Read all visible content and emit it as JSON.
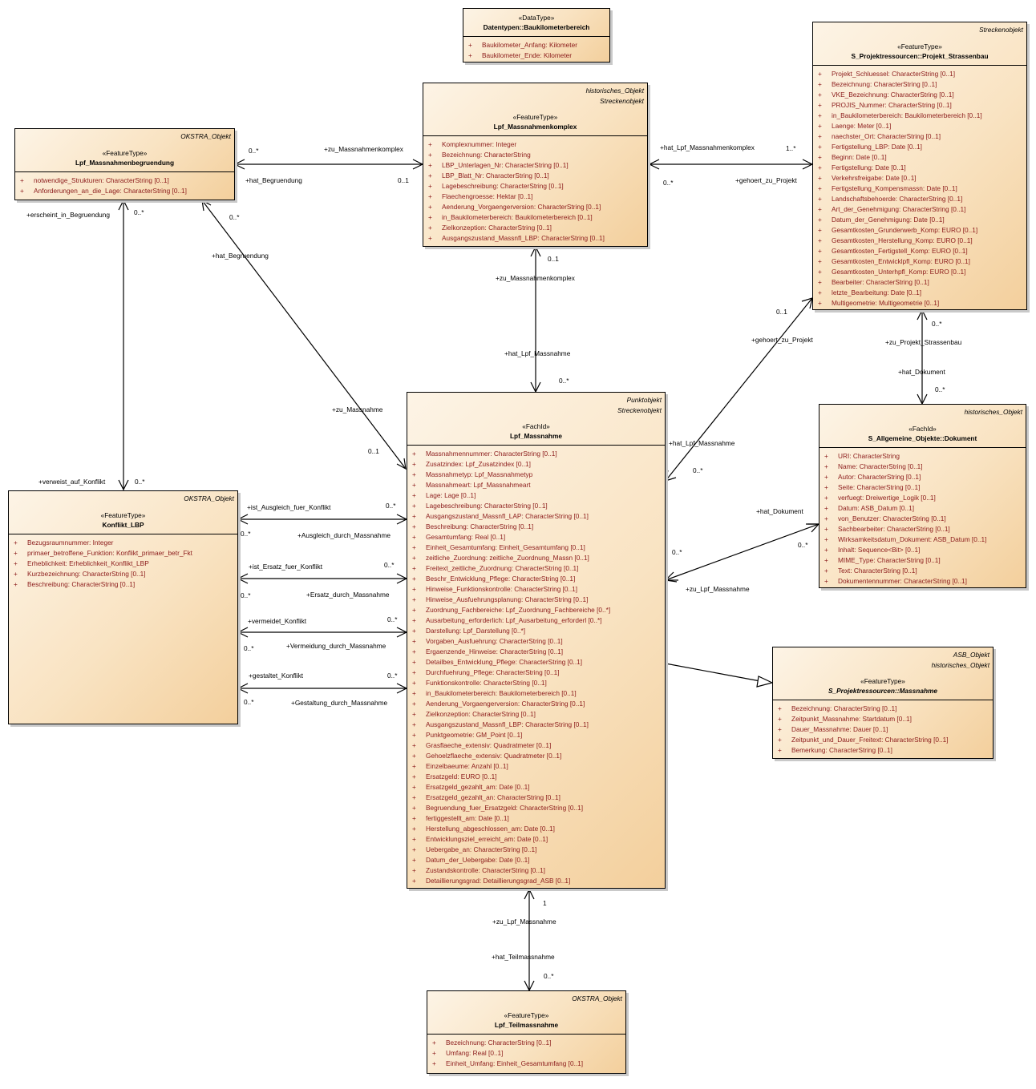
{
  "classes": {
    "baukilometer": {
      "tagged": [],
      "stereotype": "«DataType»",
      "name": "Datentypen::Baukilometerbereich",
      "attributes": [
        "Baukilometer_Anfang: Kilometer",
        "Baukilometer_Ende: Kilometer"
      ]
    },
    "komplex": {
      "tagged": [
        "historisches_Objekt",
        "Streckenobjekt"
      ],
      "stereotype": "«FeatureType»",
      "name": "Lpf_Massnahmenkomplex",
      "attributes": [
        "Komplexnummer: Integer",
        "Bezeichnung: CharacterString",
        "LBP_Unterlagen_Nr: CharacterString [0..1]",
        "LBP_Blatt_Nr: CharacterString [0..1]",
        "Lagebeschreibung: CharacterString [0..1]",
        "Flaechengroesse: Hektar [0..1]",
        "Aenderung_Vorgaengerversion: CharacterString [0..1]",
        "in_Baukilometerbereich: Baukilometerbereich [0..1]",
        "Zielkonzeption: CharacterString [0..1]",
        "Ausgangszustand_Massnfl_LBP: CharacterString [0..1]"
      ]
    },
    "projekt": {
      "tagged": [
        "Streckenobjekt"
      ],
      "stereotype": "«FeatureType»",
      "name": "S_Projektressourcen::Projekt_Strassenbau",
      "attributes": [
        "Projekt_Schluessel: CharacterString [0..1]",
        "Bezeichnung: CharacterString [0..1]",
        "VKE_Bezeichnung: CharacterString [0..1]",
        "PROJIS_Nummer: CharacterString [0..1]",
        "in_Baukilometerbereich: Baukilometerbereich [0..1]",
        "Laenge: Meter [0..1]",
        "naechster_Ort: CharacterString [0..1]",
        "Fertigstellung_LBP: Date [0..1]",
        "Beginn: Date [0..1]",
        "Fertigstellung: Date [0..1]",
        "Verkehrsfreigabe: Date [0..1]",
        "Fertigstellung_Kompensmassn: Date [0..1]",
        "Landschaftsbehoerde: CharacterString [0..1]",
        "Art_der_Genehmigung: CharacterString [0..1]",
        "Datum_der_Genehmigung: Date [0..1]",
        "Gesamtkosten_Grunderwerb_Komp: EURO [0..1]",
        "Gesamtkosten_Herstellung_Komp: EURO [0..1]",
        "Gesamtkosten_Fertigstell_Komp: EURO [0..1]",
        "Gesamtkosten_Entwicklpfl_Komp: EURO [0..1]",
        "Gesamtkosten_Unterhpfl_Komp: EURO [0..1]",
        "Bearbeiter: CharacterString [0..1]",
        "letzte_Bearbeitung: Date [0..1]",
        "Multigeometrie: Multigeometrie [0..1]"
      ]
    },
    "begruendung": {
      "tagged": [
        "OKSTRA_Objekt"
      ],
      "stereotype": "«FeatureType»",
      "name": "Lpf_Massnahmenbegruendung",
      "attributes": [
        "notwendige_Strukturen: CharacterString [0..1]",
        "Anforderungen_an_die_Lage: CharacterString [0..1]"
      ]
    },
    "massnahme": {
      "tagged": [
        "Punktobjekt",
        "Streckenobjekt"
      ],
      "stereotype": "«FachId»",
      "name": "Lpf_Massnahme",
      "attributes": [
        "Massnahmennummer: CharacterString [0..1]",
        "Zusatzindex: Lpf_Zusatzindex [0..1]",
        "Massnahmetyp: Lpf_Massnahmetyp",
        "Massnahmeart: Lpf_Massnahmeart",
        "Lage: Lage [0..1]",
        "Lagebeschreibung: CharacterString [0..1]",
        "Ausgangszustand_Massnfl_LAP: CharacterString [0..1]",
        "Beschreibung: CharacterString [0..1]",
        "Gesamtumfang: Real [0..1]",
        "Einheit_Gesamtumfang: Einheit_Gesamtumfang [0..1]",
        "zeitliche_Zuordnung: zeitliche_Zuordnung_Massn [0..1]",
        "Freitext_zeitliche_Zuordnung: CharacterString [0..1]",
        "Beschr_Entwicklung_Pflege: CharacterString [0..1]",
        "Hinweise_Funktionskontrolle: CharacterString [0..1]",
        "Hinweise_Ausfuehrungsplanung: CharacterString [0..1]",
        "Zuordnung_Fachbereiche: Lpf_Zuordnung_Fachbereiche [0..*]",
        "Ausarbeitung_erforderlich: Lpf_Ausarbeitung_erforderl [0..*]",
        "Darstellung: Lpf_Darstellung [0..*]",
        "Vorgaben_Ausfuehrung: CharacterString [0..1]",
        "Ergaenzende_Hinweise: CharacterString [0..1]",
        "Detailbes_Entwicklung_Pflege: CharacterString [0..1]",
        "Durchfuehrung_Pflege: CharacterString [0..1]",
        "Funktionskontrolle: CharacterString [0..1]",
        "in_Baukilometerbereich: Baukilometerbereich [0..1]",
        "Aenderung_Vorgaengerversion: CharacterString [0..1]",
        "Zielkonzeption: CharacterString [0..1]",
        "Ausgangszustand_Massnfl_LBP: CharacterString [0..1]",
        "Punktgeometrie: GM_Point [0..1]",
        "Grasflaeche_extensiv: Quadratmeter [0..1]",
        "Gehoelzflaeche_extensiv: Quadratmeter [0..1]",
        "Einzelbaeume: Anzahl [0..1]",
        "Ersatzgeld: EURO [0..1]",
        "Ersatzgeld_gezahlt_am: Date [0..1]",
        "Ersatzgeld_gezahlt_an: CharacterString [0..1]",
        "Begruendung_fuer_Ersatzgeld: CharacterString [0..1]",
        "fertiggestellt_am: Date [0..1]",
        "Herstellung_abgeschlossen_am: Date [0..1]",
        "Entwicklungsziel_erreicht_am: Date [0..1]",
        "Uebergabe_an: CharacterString [0..1]",
        "Datum_der_Uebergabe: Date [0..1]",
        "Zustandskontrolle: CharacterString [0..1]",
        "Detaillierungsgrad: Detaillierungsgrad_ASB [0..1]"
      ]
    },
    "konflikt": {
      "tagged": [
        "OKSTRA_Objekt"
      ],
      "stereotype": "«FeatureType»",
      "name": "Konflikt_LBP",
      "attributes": [
        "Bezugsraumnummer: Integer",
        "primaer_betroffene_Funktion: Konflikt_primaer_betr_Fkt",
        "Erheblichkeit: Erheblichkeit_Konflikt_LBP",
        "Kurzbezeichnung: CharacterString [0..1]",
        "Beschreibung: CharacterString [0..1]"
      ]
    },
    "dokument": {
      "tagged": [
        "historisches_Objekt"
      ],
      "stereotype": "«FachId»",
      "name": "S_Allgemeine_Objekte::Dokument",
      "attributes": [
        "URI: CharacterString",
        "Name: CharacterString [0..1]",
        "Autor: CharacterString [0..1]",
        "Seite: CharacterString [0..1]",
        "verfuegt: Dreiwertige_Logik [0..1]",
        "Datum: ASB_Datum [0..1]",
        "von_Benutzer: CharacterString [0..1]",
        "Sachbearbeiter: CharacterString [0..1]",
        "Wirksamkeitsdatum_Dokument: ASB_Datum [0..1]",
        "Inhalt: Sequence<Bit> [0..1]",
        "MIME_Type: CharacterString [0..1]",
        "Text: CharacterString [0..1]",
        "Dokumentennummer: CharacterString [0..1]"
      ]
    },
    "sMassnahme": {
      "tagged": [
        "ASB_Objekt",
        "historisches_Objekt"
      ],
      "stereotype": "«FeatureType»",
      "name": "S_Projektressourcen::Massnahme",
      "attributes": [
        "Bezeichnung: CharacterString [0..1]",
        "Zeitpunkt_Massnahme: Startdatum [0..1]",
        "Dauer_Massnahme: Dauer [0..1]",
        "Zeitpunkt_und_Dauer_Freitext: CharacterString [0..1]",
        "Bemerkung: CharacterString [0..1]"
      ]
    },
    "teil": {
      "tagged": [
        "OKSTRA_Objekt"
      ],
      "stereotype": "«FeatureType»",
      "name": "Lpf_Teilmassnahme",
      "attributes": [
        "Bezeichnung: CharacterString [0..1]",
        "Umfang: Real [0..1]",
        "Einheit_Umfang: Einheit_Gesamtumfang [0..1]"
      ]
    }
  },
  "attribute_visibility": "+",
  "associations": [
    {
      "from": "begruendung",
      "to": "komplex",
      "role_a": "+hat_Begruendung",
      "mult_a": "0..*",
      "role_b": "+zu_Massnahmenkomplex",
      "mult_b": "0..1"
    },
    {
      "from": "komplex",
      "to": "projekt",
      "role_a": "+hat_Lpf_Massnahmenkomplex",
      "mult_a": "0..*",
      "role_b": "+gehoert_zu_Projekt",
      "mult_b": "1..*"
    },
    {
      "from": "begruendung",
      "to": "konflikt",
      "role_a": "+erscheint_in_Begruendung",
      "mult_a": "0..*",
      "role_b": "+verweist_auf_Konflikt",
      "mult_b": "0..*"
    },
    {
      "from": "begruendung",
      "to": "massnahme",
      "role_a": "+hat_Begruendung",
      "mult_a": "0..*",
      "role_b": "+zu_Massnahme",
      "mult_b": "0..1"
    },
    {
      "from": "komplex",
      "to": "massnahme",
      "role_a": "+zu_Massnahmenkomplex",
      "mult_a": "0..1",
      "role_b": "+hat_Lpf_Massnahme",
      "mult_b": "0..*"
    },
    {
      "from": "projekt",
      "to": "massnahme",
      "role_a": "+gehoert_zu_Projekt",
      "mult_a": "0..1",
      "role_b": "+hat_Lpf_Massnahme",
      "mult_b": "0..*"
    },
    {
      "from": "projekt",
      "to": "dokument",
      "role_a": "+zu_Projekt_Strassenbau",
      "mult_a": "0..*",
      "role_b": "+hat_Dokument",
      "mult_b": "0..*"
    },
    {
      "from": "massnahme",
      "to": "dokument",
      "role_a": "+zu_Lpf_Massnahme",
      "mult_a": "0..*",
      "role_b": "+hat_Dokument",
      "mult_b": "0..*"
    },
    {
      "from": "konflikt",
      "to": "massnahme",
      "role_a": "+ist_Ausgleich_fuer_Konflikt",
      "mult_a": "0..*",
      "role_b": "+Ausgleich_durch_Massnahme",
      "mult_b": "0..*"
    },
    {
      "from": "konflikt",
      "to": "massnahme",
      "role_a": "+ist_Ersatz_fuer_Konflikt",
      "mult_a": "0..*",
      "role_b": "+Ersatz_durch_Massnahme",
      "mult_b": "0..*"
    },
    {
      "from": "konflikt",
      "to": "massnahme",
      "role_a": "+vermeidet_Konflikt",
      "mult_a": "0..*",
      "role_b": "+Vermeidung_durch_Massnahme",
      "mult_b": "0..*"
    },
    {
      "from": "konflikt",
      "to": "massnahme",
      "role_a": "+gestaltet_Konflikt",
      "mult_a": "0..*",
      "role_b": "+Gestaltung_durch_Massnahme",
      "mult_b": "0..*"
    },
    {
      "from": "massnahme",
      "to": "teil",
      "role_a": "+zu_Lpf_Massnahme",
      "mult_a": "1",
      "role_b": "+hat_Teilmassnahme",
      "mult_b": "0..*"
    }
  ],
  "generalizations": [
    {
      "from": "massnahme",
      "to": "sMassnahme"
    }
  ]
}
